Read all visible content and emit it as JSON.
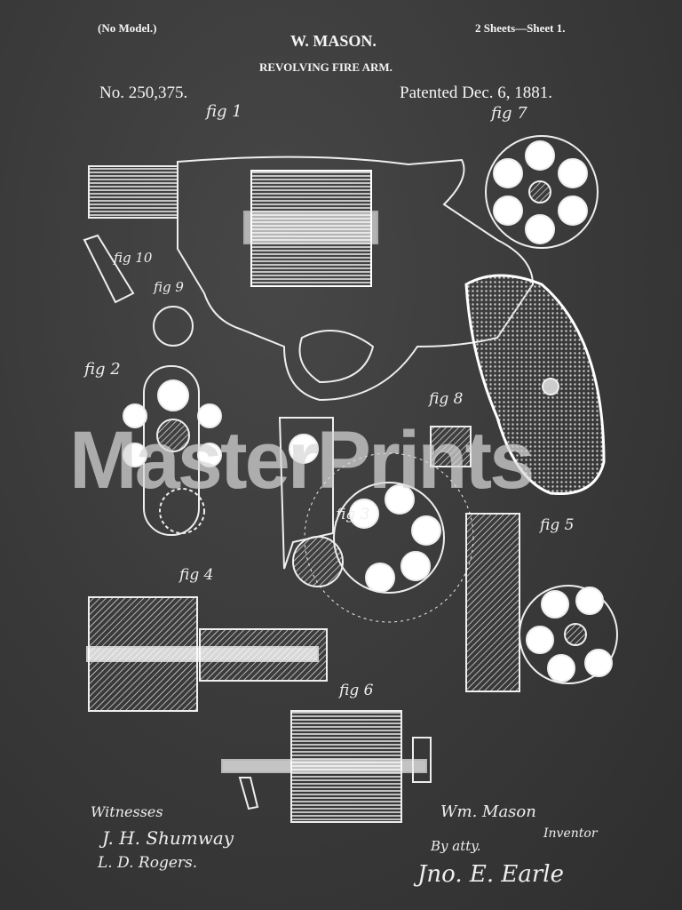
{
  "header": {
    "model_note": "(No Model.)",
    "sheets": "2 Sheets—Sheet 1.",
    "inventor": "W. MASON.",
    "title": "REVOLVING FIRE ARM.",
    "patent_number": "No. 250,375.",
    "patent_date": "Patented Dec. 6, 1881."
  },
  "figures": [
    "fig 1",
    "fig 2",
    "fig 3",
    "fig 4",
    "fig 5",
    "fig 6",
    "fig 7",
    "fig 8",
    "fig 9",
    "fig 10"
  ],
  "watermark": "MasterPrints",
  "signatures": {
    "witnesses_label": "Witnesses",
    "witness_1": "J. H. Shumway",
    "witness_2": "L. D. Rogers.",
    "inventor_sig": "Wm. Mason",
    "inventor_label": "Inventor",
    "attorney_label": "By atty.",
    "attorney_sig": "Jno. E. Earle"
  },
  "colors": {
    "background": "#3b3b3b",
    "ink": "#f2f2f2"
  }
}
